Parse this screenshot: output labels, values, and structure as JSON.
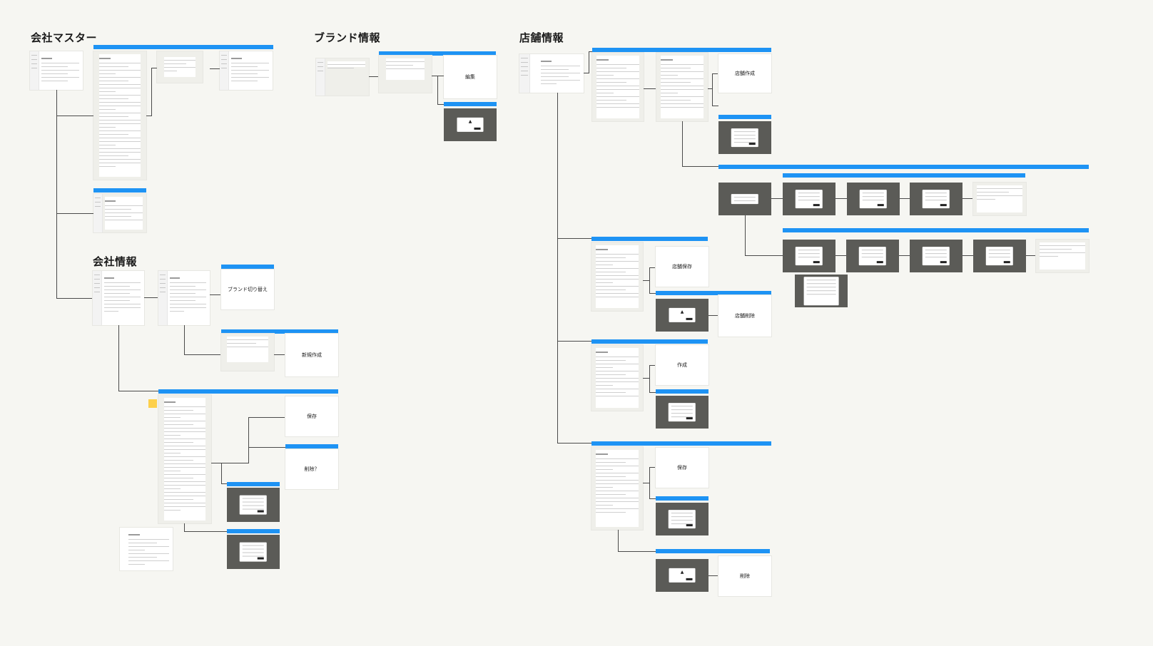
{
  "sections": {
    "company_master": "会社マスター",
    "brand_info": "ブランド情報",
    "store_info": "店舗情報",
    "company_info": "会社情報"
  },
  "labels": {
    "brand_edit": "編集",
    "brand_switch": "ブランド切り替え",
    "new_create": "新規作成",
    "save": "保存",
    "delete_q": "削除？",
    "store_create": "店舗作成",
    "store_save": "店舗保存",
    "store_delete": "店舗削除",
    "create": "作成",
    "save2": "保存",
    "delete": "削除"
  },
  "colors": {
    "canvas": "#f6f6f2",
    "accent": "#1e93f4",
    "modal_backdrop": "#5b5b57",
    "sticky": "#fdd04b"
  }
}
